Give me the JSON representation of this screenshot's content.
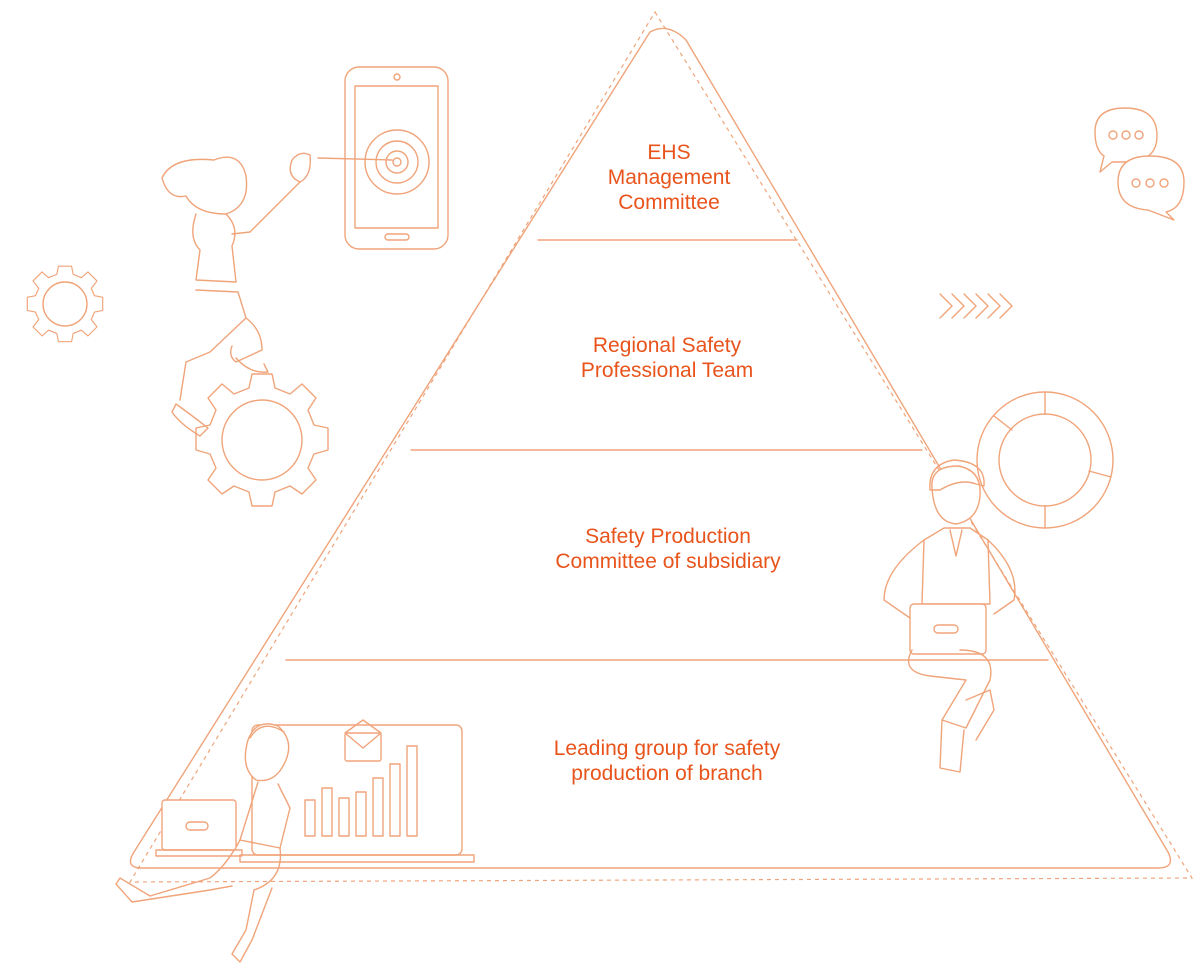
{
  "diagram": {
    "tiers": [
      {
        "lines": [
          "EHS",
          "Management",
          "Committee"
        ]
      },
      {
        "lines": [
          "Regional Safety",
          "Professional Team"
        ]
      },
      {
        "lines": [
          "Safety Production",
          "Committee of subsidiary"
        ]
      },
      {
        "lines": [
          "Leading group for safety",
          "production of branch"
        ]
      }
    ]
  },
  "colors": {
    "accent": "#e8541c",
    "line": "#f0a47a"
  },
  "icons": [
    "gear-icon",
    "gear-icon",
    "smartphone-target-icon",
    "chat-bubbles-icon",
    "double-chevron-arrows-icon",
    "donut-chart-icon",
    "laptop-bar-chart-icon",
    "envelope-icon",
    "laptop-icon"
  ]
}
